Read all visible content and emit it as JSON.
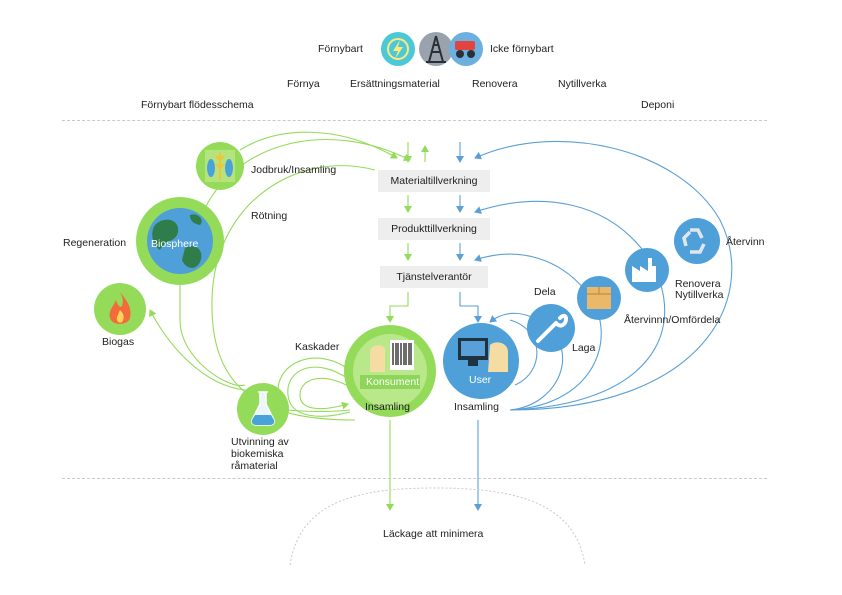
{
  "legend": {
    "renewable": "Förnybart",
    "non_renewable": "Icke förnybart"
  },
  "top_row": {
    "renew": "Förnya",
    "substitute": "Ersättningsmaterial",
    "refurbish": "Renovera",
    "reuse": "Nytillverka"
  },
  "section": {
    "left": "Förnybart flödesschema",
    "right": "Deponi"
  },
  "boxes": {
    "material": "Materialtillverkning",
    "product": "Produkttillverkning",
    "service": "Tjänstelverantör"
  },
  "biological": {
    "farming": "Jodbruk/Insamling",
    "rotting": "Rötning",
    "regeneration": "Regeneration",
    "biosphere": "Biosphere",
    "biogas": "Biogas",
    "cascades": "Kaskader",
    "consumer": "Konsument",
    "collection": "Insamling",
    "extraction": "Utvinning av\nbiokemiska\nråmaterial"
  },
  "technical": {
    "user": "User",
    "collection": "Insamling",
    "share": "Dela",
    "repair": "Laga",
    "recycle_redistribute": "Återvinnn/Omfördela",
    "refurbish_remanufacture": "Renovera\nNytillverka",
    "recycle": "Återvinn"
  },
  "bottom": {
    "leakage": "Läckage att minimera"
  },
  "colors": {
    "green": "#94db5a",
    "green_circle": "#8ed65a",
    "blue": "#5aa0d8",
    "blue_circle": "#4f9fd9",
    "dashed": "#c9c9c9"
  },
  "icons": [
    "lightning-icon",
    "oil-rig-icon",
    "mining-truck-icon",
    "fish-plant-icon",
    "earth-icon",
    "flame-icon",
    "barcode-icon",
    "flask-icon",
    "monitor-icon",
    "wrench-icon",
    "box-icon",
    "factory-icon",
    "recycle-icon"
  ]
}
